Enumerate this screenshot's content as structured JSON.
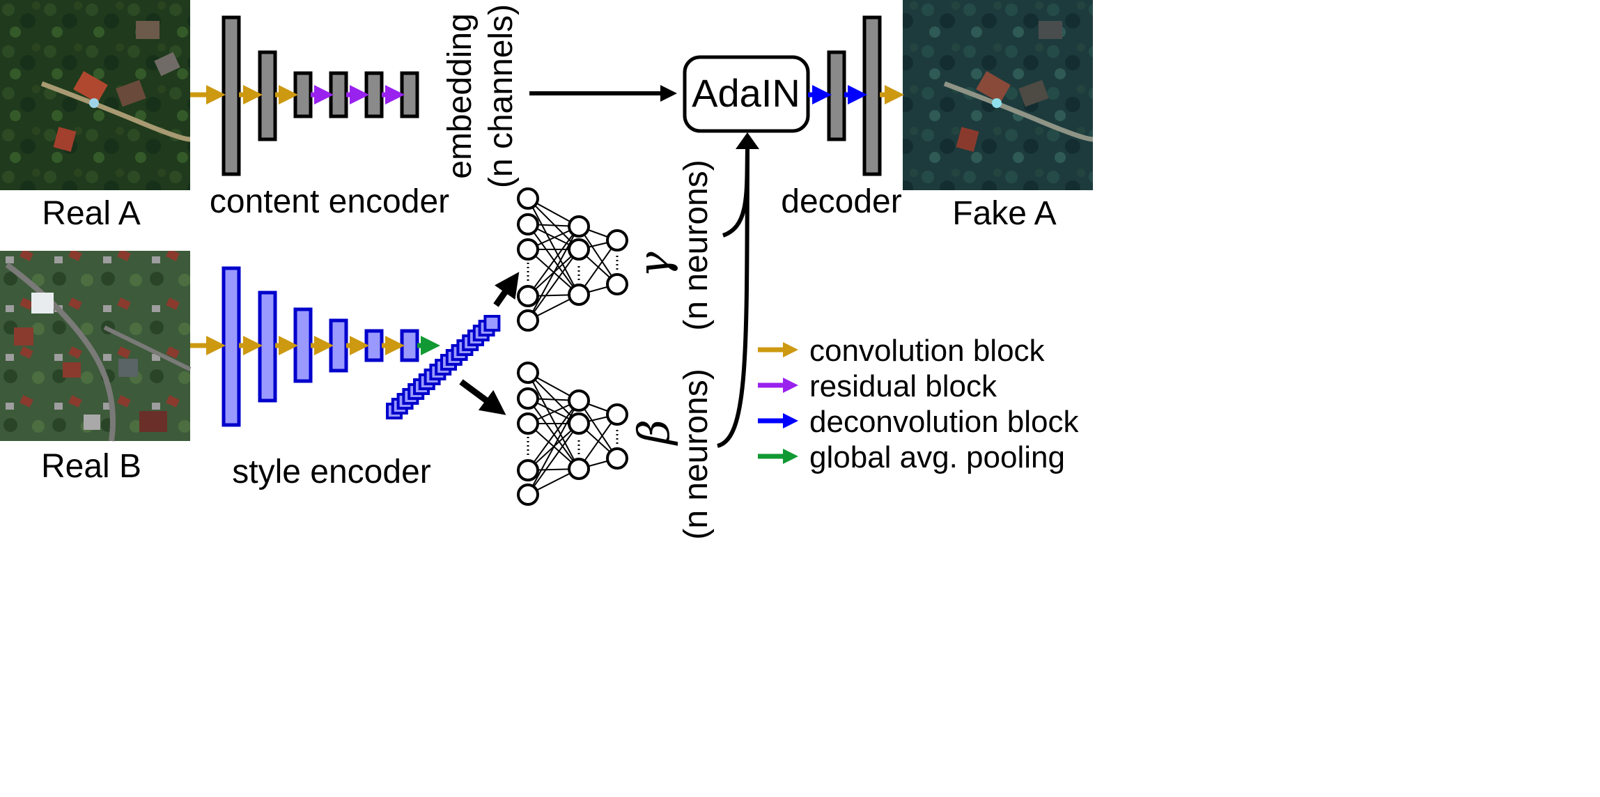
{
  "labels": {
    "real_a": "Real A",
    "real_b": "Real B",
    "fake_a": "Fake A",
    "content_encoder": "content encoder",
    "style_encoder": "style encoder",
    "decoder": "decoder",
    "embedding_line1": "embedding",
    "embedding_line2": "(n channels)",
    "adain": "AdaIN",
    "neurons_gamma": "(n neurons)",
    "neurons_beta": "(n neurons)",
    "gamma": "γ",
    "beta": "β"
  },
  "legend": [
    {
      "label": "convolution block",
      "color": "#cc9911"
    },
    {
      "label": "residual block",
      "color": "#9922ee"
    },
    {
      "label": "deconvolution block",
      "color": "#0000ff"
    },
    {
      "label": "global avg. pooling",
      "color": "#119933"
    }
  ],
  "colors": {
    "content_block_fill": "#8a8a8a",
    "content_block_stroke": "#000000",
    "style_block_fill": "#9999ff",
    "style_block_stroke": "#0000cc",
    "forest_image": "#1f3a1c",
    "village_image": "#3d5a3a",
    "fake_image": "#1d3b3d"
  },
  "icons": {
    "real_a_image": "aerial-forest-image",
    "real_b_image": "aerial-village-image",
    "fake_a_image": "aerial-forest-stylized-image"
  }
}
